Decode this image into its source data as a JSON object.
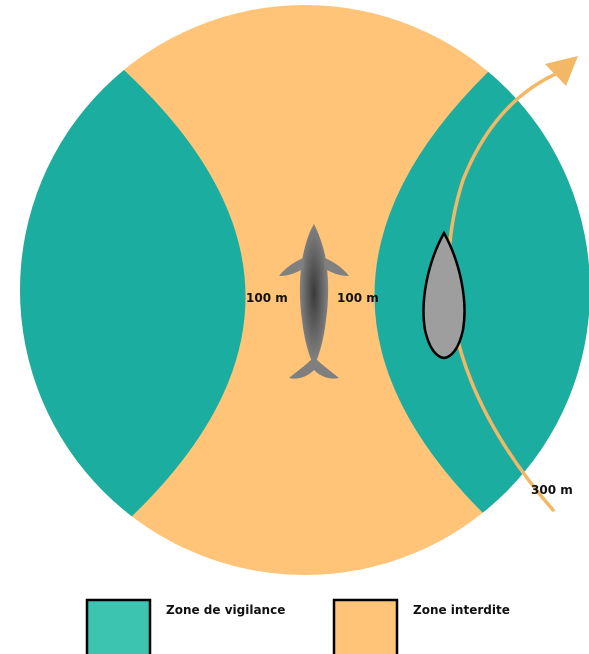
{
  "colors": {
    "forbidden_zone": "#FFC477",
    "vigilance_zone": "#1BADA0",
    "vigilance_legend": "#3DC4B0",
    "route": "#F2B866",
    "boat_fill": "#9E9E9E",
    "dolphin": "#7F7F7F"
  },
  "labels": {
    "left_distance": "100 m",
    "right_distance": "100 m",
    "route_distance": "300 m"
  },
  "legend": {
    "vigilance": "Zone de vigilance",
    "forbidden": "Zone interdite"
  },
  "icons": {
    "animal": "dolphin-icon",
    "vessel": "boat-icon",
    "direction": "arrow-icon"
  }
}
